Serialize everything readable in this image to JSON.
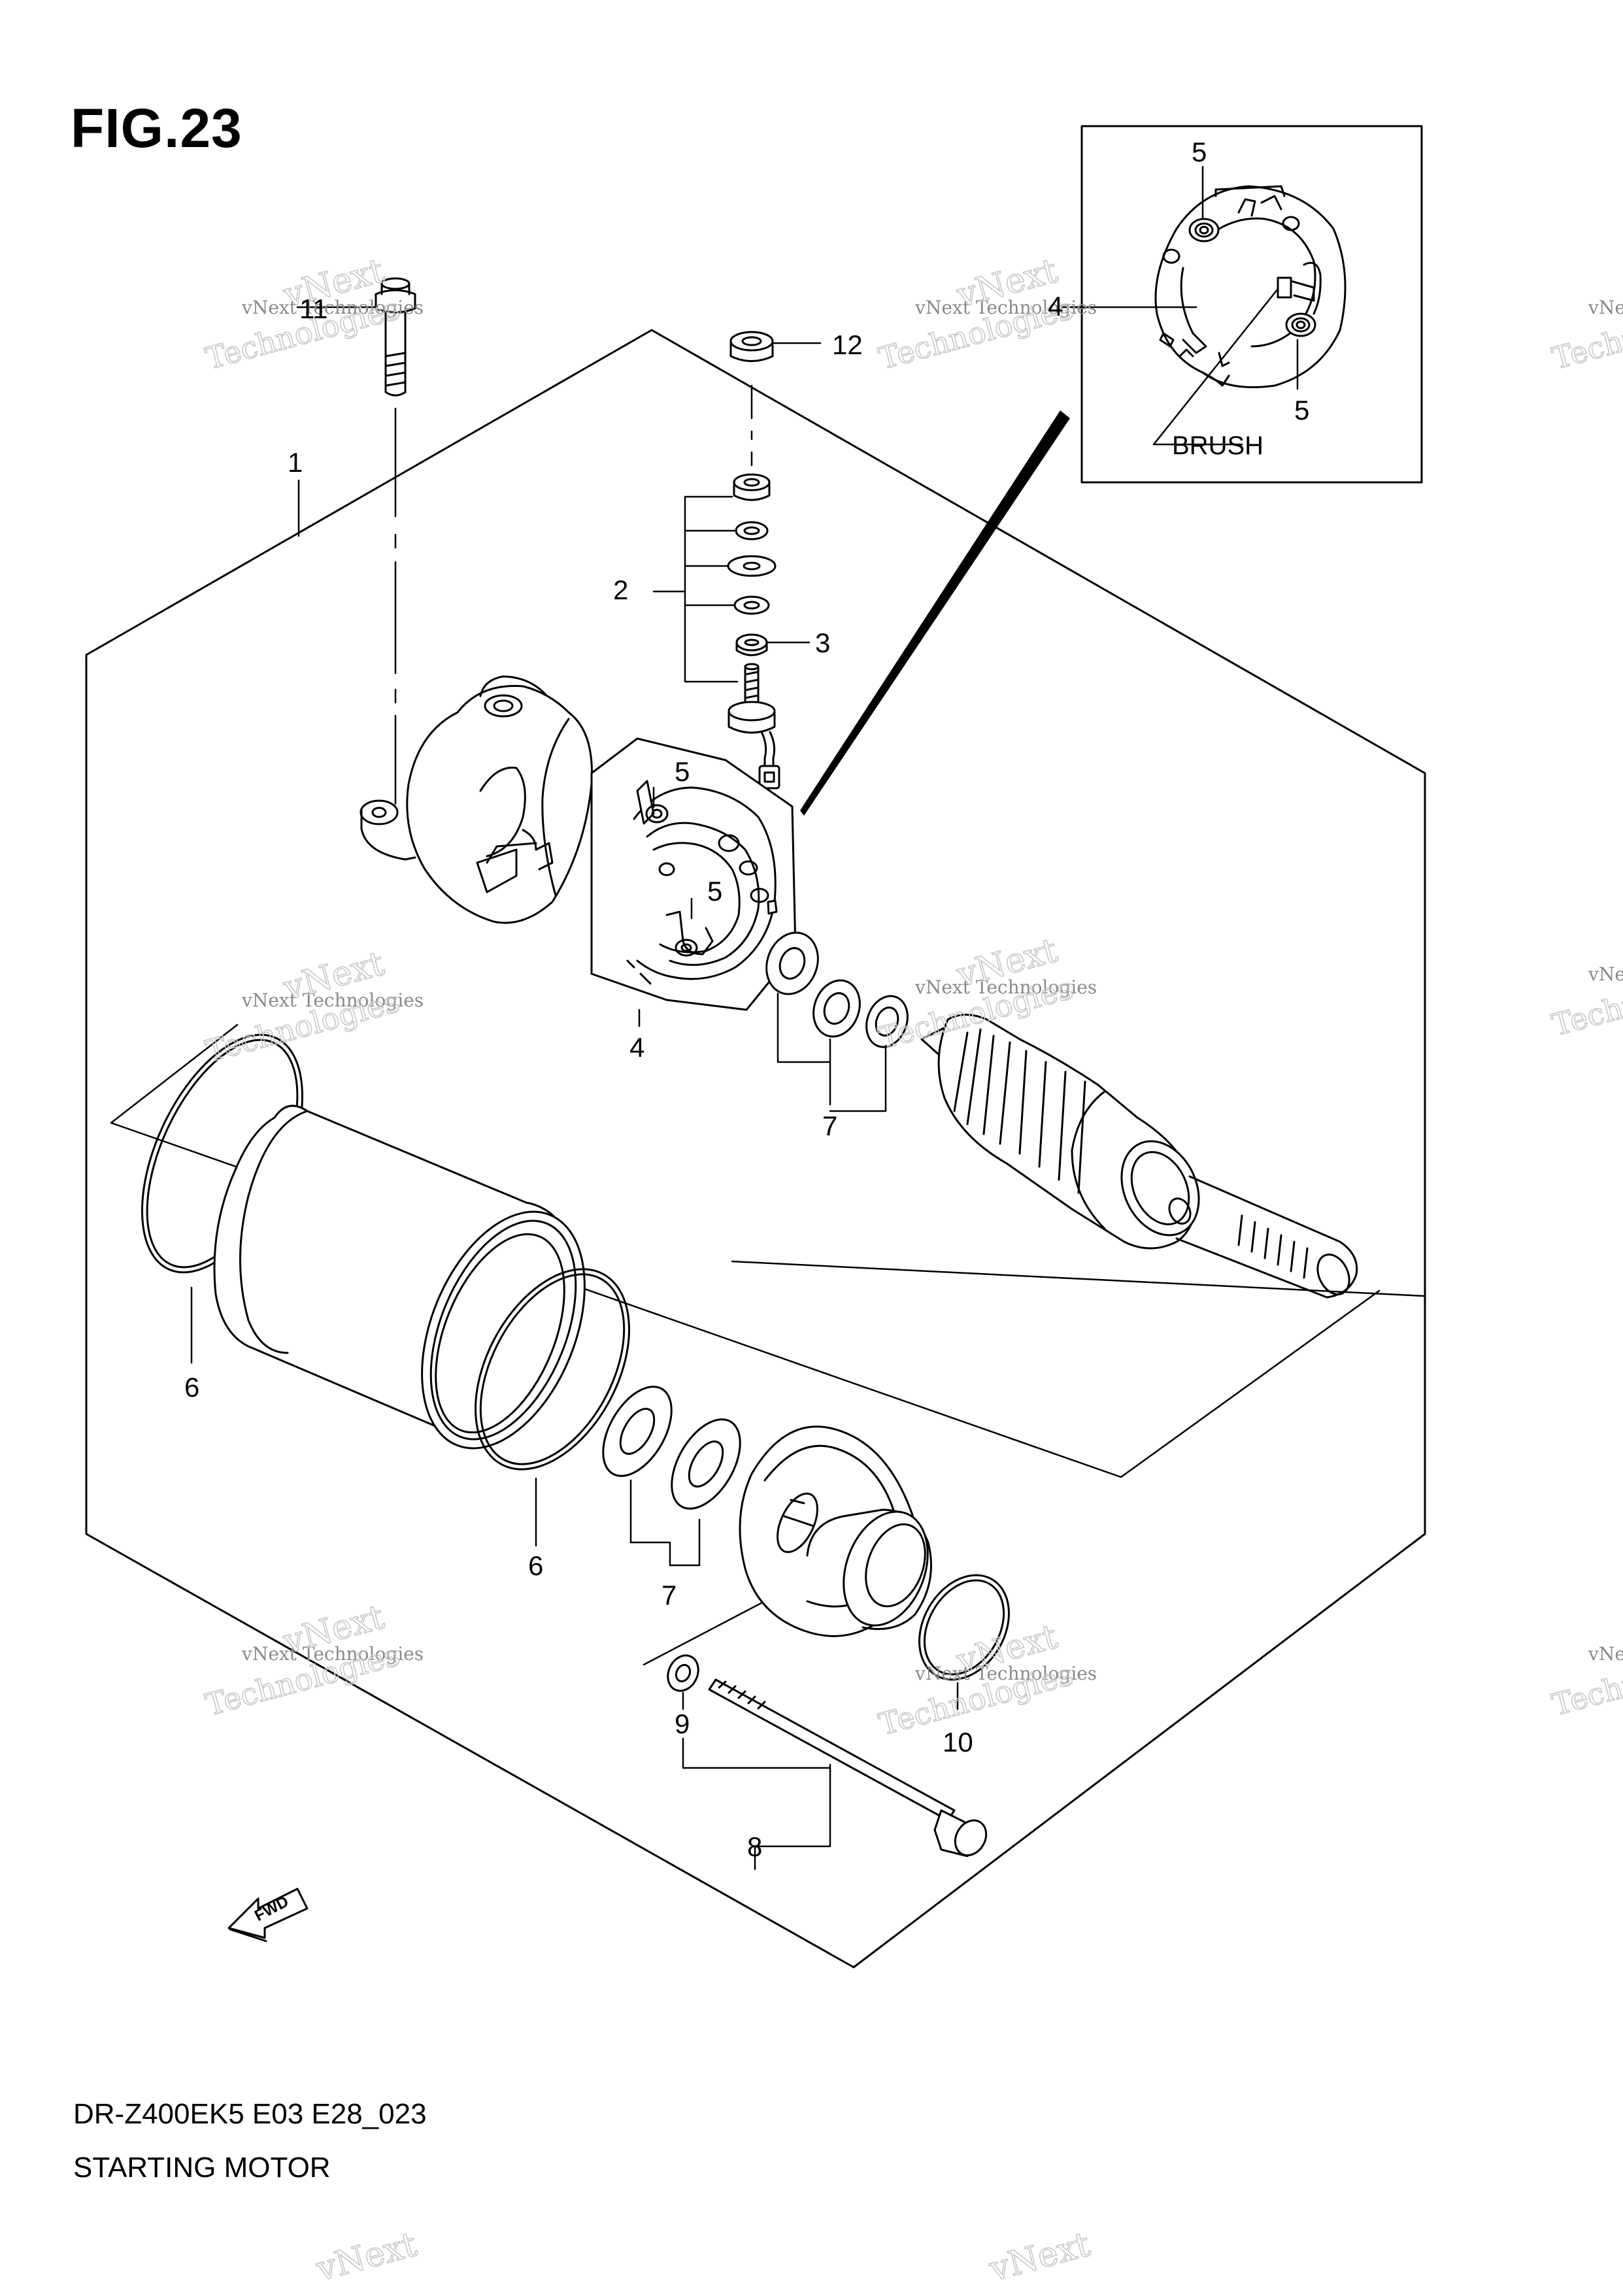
{
  "figure": {
    "title": "FIG.23"
  },
  "footer": {
    "model_code": "DR-Z400EK5 E03 E28_023",
    "name": "STARTING MOTOR"
  },
  "inset": {
    "label": "BRUSH"
  },
  "fwd_label": "FWD",
  "watermark": {
    "line1": "vNext Technologies",
    "line2": "vNext",
    "line3": "Technologies"
  },
  "callouts": {
    "c1": "1",
    "c2": "2",
    "c3": "3",
    "c4a": "4",
    "c4b": "4",
    "c5a": "5",
    "c5b": "5",
    "c5c": "5",
    "c5d": "5",
    "c6a": "6",
    "c6b": "6",
    "c7a": "7",
    "c7b": "7",
    "c8": "8",
    "c9": "9",
    "c10": "10",
    "c11": "11",
    "c12": "12"
  }
}
